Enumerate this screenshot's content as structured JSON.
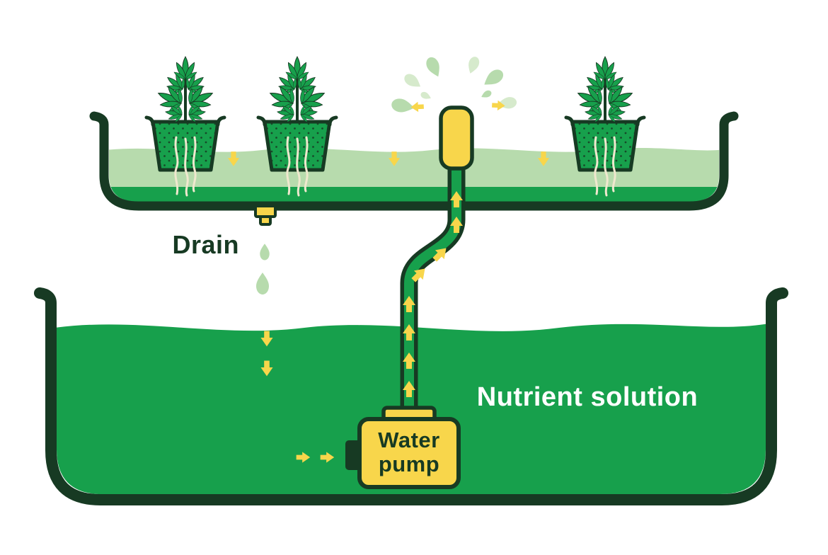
{
  "labels": {
    "drain": "Drain",
    "nutrient_solution": "Nutrient solution",
    "water_pump_line1": "Water",
    "water_pump_line2": "pump"
  },
  "palette": {
    "c_dark": "#173A23",
    "c_green": "#17A04C",
    "c_light": "#B7DBAD",
    "c_pale": "#D6EACC",
    "c_yellow": "#F8D64B",
    "c_root": "#EFE8CE",
    "c_white": "#FFFFFF",
    "c_bg": "#FFFFFF"
  },
  "icons": [
    "plant-icon",
    "pot-icon",
    "roots-icon",
    "fountain-nozzle-icon",
    "water-droplet-icon",
    "flow-arrow-icon",
    "drain-fitting-icon",
    "grow-tray-icon",
    "reservoir-icon",
    "water-pump-icon",
    "pipe-icon"
  ]
}
